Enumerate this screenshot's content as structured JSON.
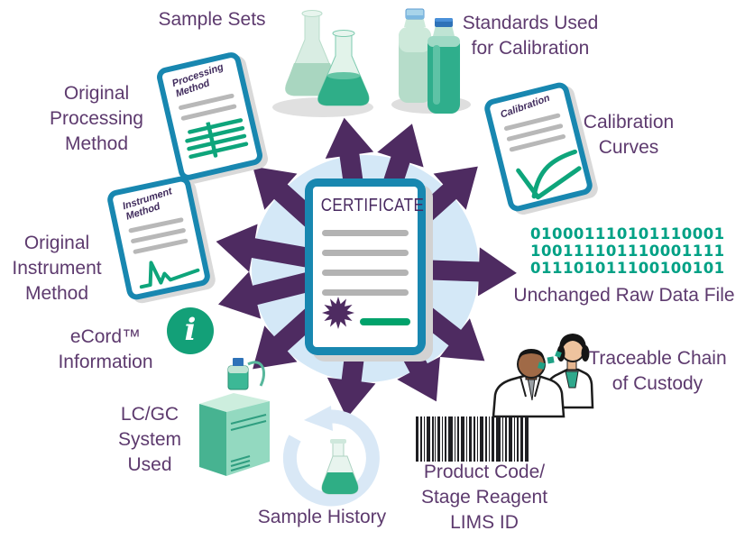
{
  "center": {
    "title": "CERTIFICATE"
  },
  "labels": {
    "sample_sets": [
      "Sample Sets"
    ],
    "standards": [
      "Standards Used",
      "for Calibration"
    ],
    "original_processing": [
      "Original",
      "Processing",
      "Method"
    ],
    "calibration_curves": [
      "Calibration",
      "Curves"
    ],
    "original_instrument": [
      "Original",
      "Instrument",
      "Method"
    ],
    "raw_data": [
      "Unchanged Raw Data File"
    ],
    "ecord": [
      "eCord™",
      "Information"
    ],
    "custody": [
      "Traceable Chain",
      "of Custody"
    ],
    "lcgc": [
      "LC/GC",
      "System",
      "Used"
    ],
    "sample_history": [
      "Sample History"
    ],
    "lims": [
      "Product Code/",
      "Stage Reagent",
      "LIMS ID"
    ]
  },
  "documents": {
    "processing": [
      "Processing",
      "Method"
    ],
    "instrument": [
      "Instrument",
      "Method"
    ],
    "calibration": [
      "Calibration"
    ]
  },
  "binary": [
    "010001110101110001",
    "100111101110001111",
    "011101011100100101"
  ],
  "ecord_symbol": "i",
  "colors": {
    "label_purple": "#5d3a6e",
    "arrow_purple": "#4e2b61",
    "doc_teal": "#1887b0",
    "accent_green": "#0ea57b",
    "binary_teal": "#00a185",
    "hub_blue": "#d4e8f7",
    "cert_green": "#00a26b"
  }
}
